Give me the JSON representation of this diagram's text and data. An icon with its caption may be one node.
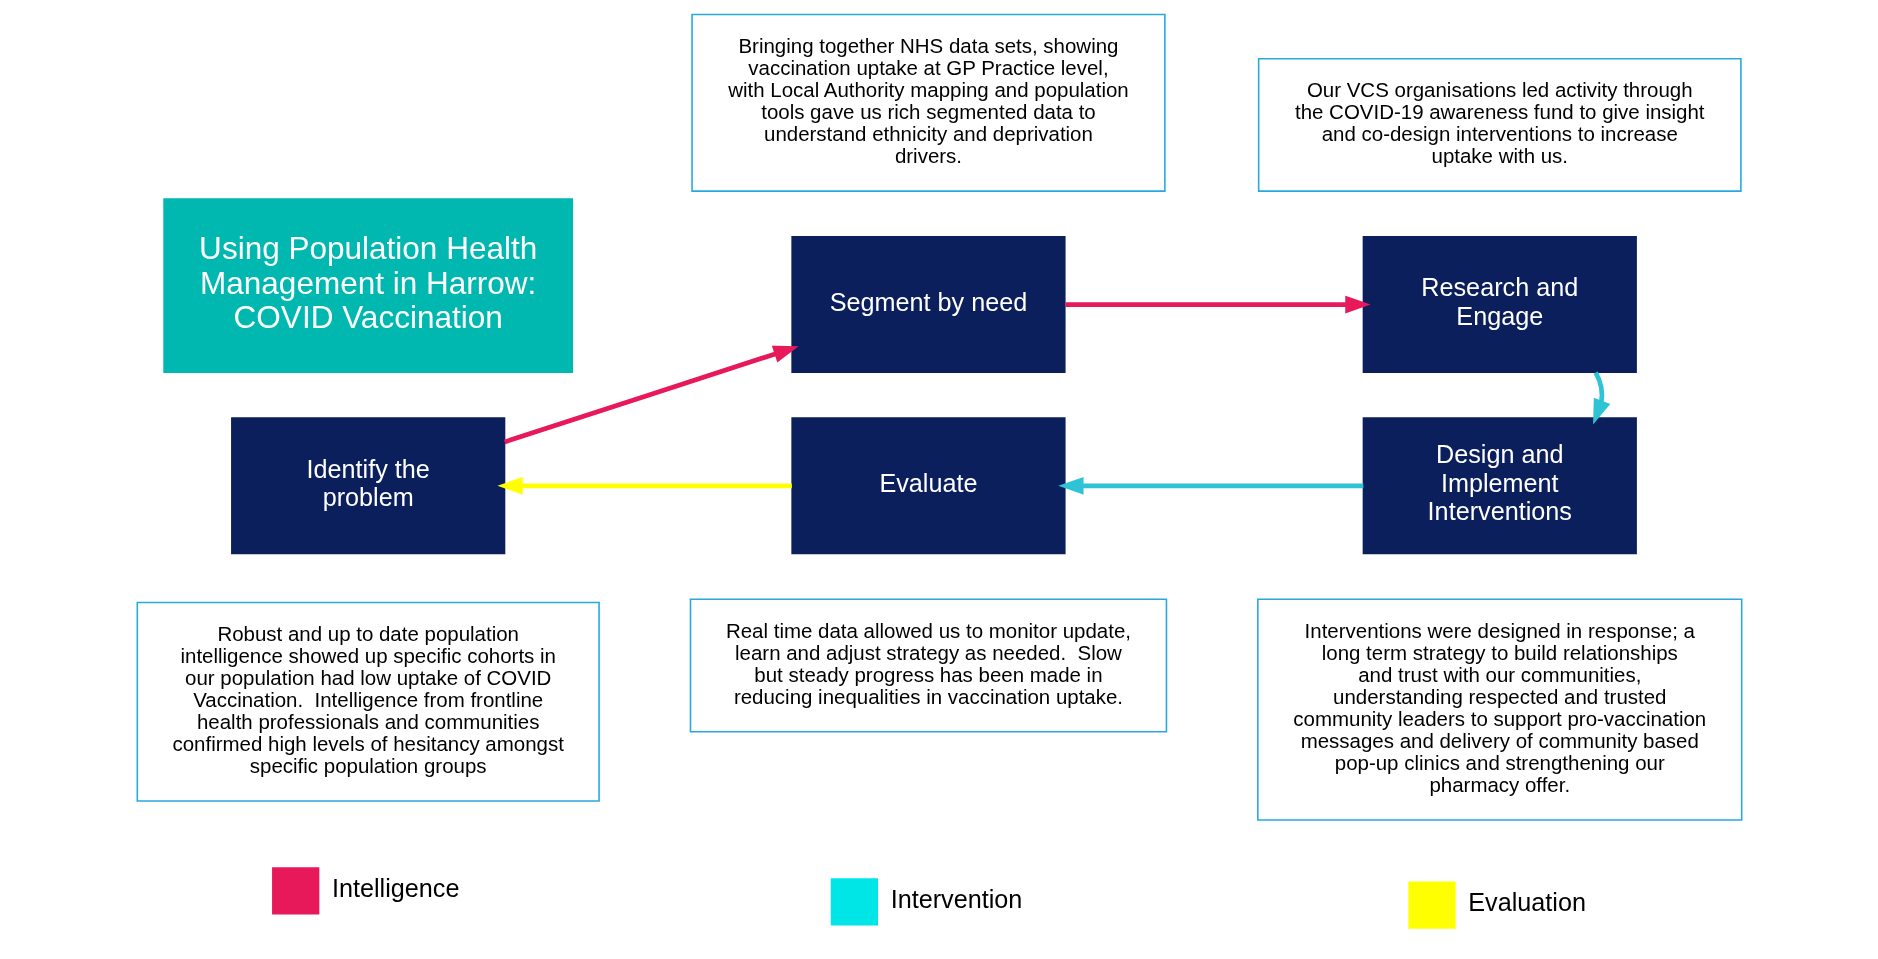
{
  "diagram": {
    "nodes": [
      {
        "text": [
          "Using Population Health Management in Harrow: COVID Vaccination"
        ]
      },
      {
        "text": [
          "Bringing together NHS data sets, showing vaccination uptake at GP Practice level, with Local Authority mapping and population tools gave us rich segmented data to understand ethnicity and deprivation drivers."
        ]
      },
      {
        "text": [
          "Our VCS organisations led activity through the COVID-19 awareness fund to give insight and co-design interventions to increase uptake with us."
        ]
      },
      {
        "text": [
          "Segment by need"
        ]
      },
      {
        "text": [
          "Research and Engage"
        ]
      },
      {
        "text": [
          "Identify the problem"
        ]
      },
      {
        "text": [
          "Robust and up to date population intelligence showed up specific cohorts in our population had low uptake of COVID Vaccination.  Intelligence from frontline health professionals and communities confirmed high levels of hesitancy amongst specific population groups"
        ]
      },
      {
        "text": [
          "Evaluate"
        ]
      },
      {
        "text": [
          "Design and Implement Interventions"
        ]
      },
      {
        "text": [
          "Real time data allowed us to monitor update, learn and adjust strategy as needed.  Slow but steady progress has been made in reducing inequalities in vaccination uptake."
        ]
      },
      {
        "text": [
          "Interventions were designed in response; a long term strategy to build relationships and trust with our communities, understanding respected and trusted community leaders to support pro-vaccination messages and delivery of community based pop-up clinics and strengthening our pharmacy offer."
        ]
      }
    ],
    "edges": [
      {
        "from": 5,
        "to": 3,
        "arrow": "to",
        "color": "#e8195b"
      },
      {
        "from": 3,
        "to": 4,
        "arrow": "to",
        "color": "#e8195b"
      },
      {
        "from": 4,
        "to": 8,
        "arrow": "to",
        "color": "#2ec4d6"
      },
      {
        "from": 8,
        "to": 7,
        "arrow": "to",
        "color": "#2ec4d6"
      },
      {
        "from": 7,
        "to": 5,
        "arrow": "to",
        "color": "#ffff00"
      }
    ],
    "legend": [
      {
        "text": "Intelligence",
        "color": "#e8195b"
      },
      {
        "text": "Intervention",
        "color": "#00e5e5"
      },
      {
        "text": "Evaluation",
        "color": "#ffff00"
      }
    ]
  }
}
